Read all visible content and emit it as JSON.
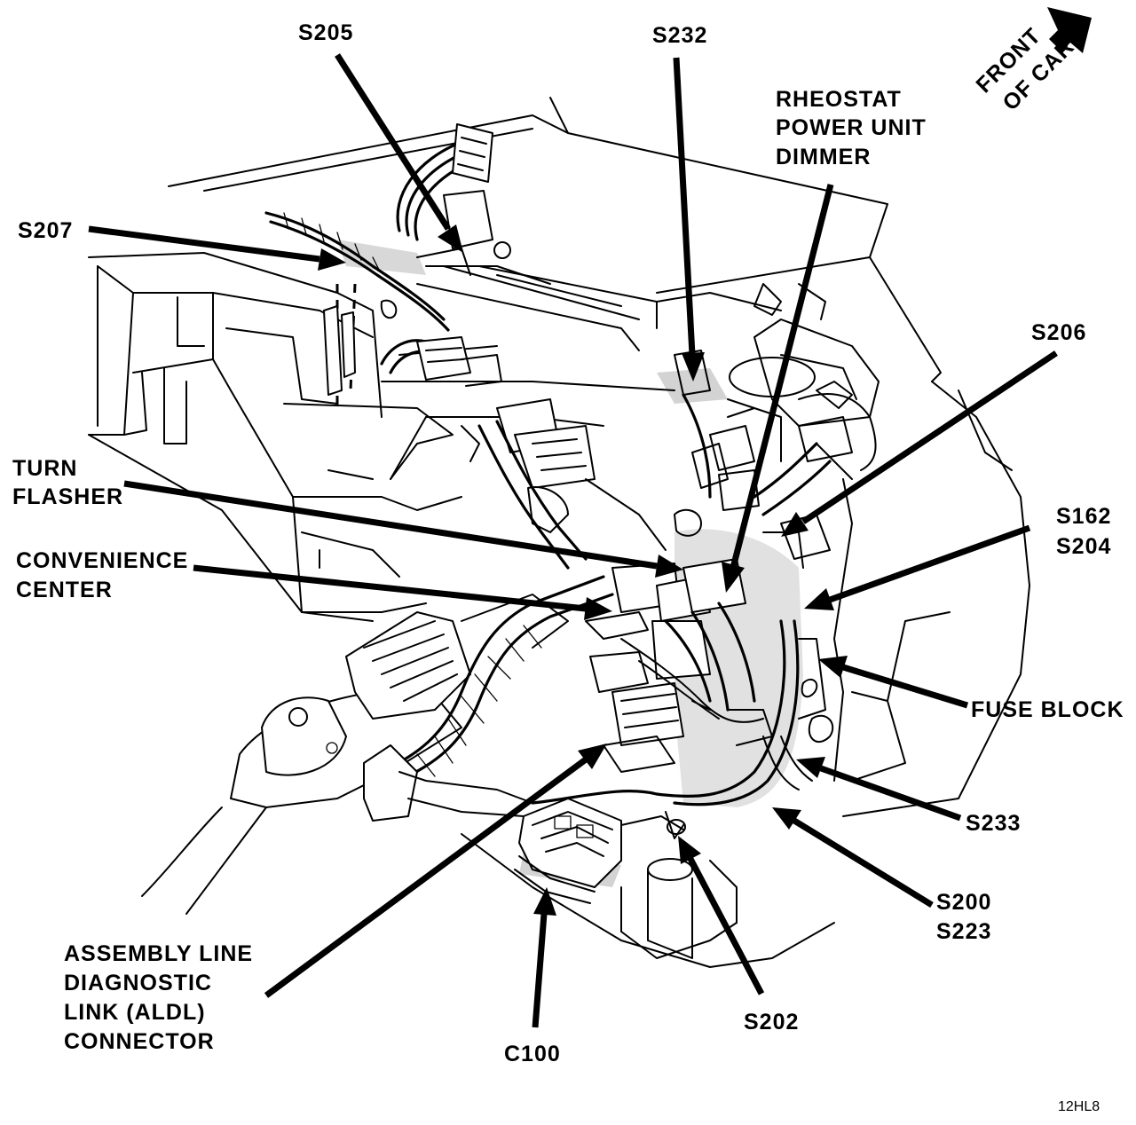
{
  "diagram": {
    "front_indicator": [
      "FRONT",
      "OF CAR"
    ],
    "labels": {
      "s205": "S205",
      "s232": "S232",
      "rheostat": [
        "RHEOSTAT",
        "POWER UNIT",
        "DIMMER"
      ],
      "s207": "S207",
      "s206": "S206",
      "turn_flasher": [
        "TURN",
        "FLASHER"
      ],
      "s162_s204": [
        "S162",
        "S204"
      ],
      "convenience_center": [
        "CONVENIENCE",
        "CENTER"
      ],
      "fuse_block": "FUSE BLOCK",
      "s233": "S233",
      "s200_s223": [
        "S200",
        "S223"
      ],
      "aldl": [
        "ASSEMBLY LINE",
        "DIAGNOSTIC",
        "LINK (ALDL)",
        "CONNECTOR"
      ],
      "c100": "C100",
      "s202": "S202"
    },
    "figure_code": "12HL8"
  }
}
